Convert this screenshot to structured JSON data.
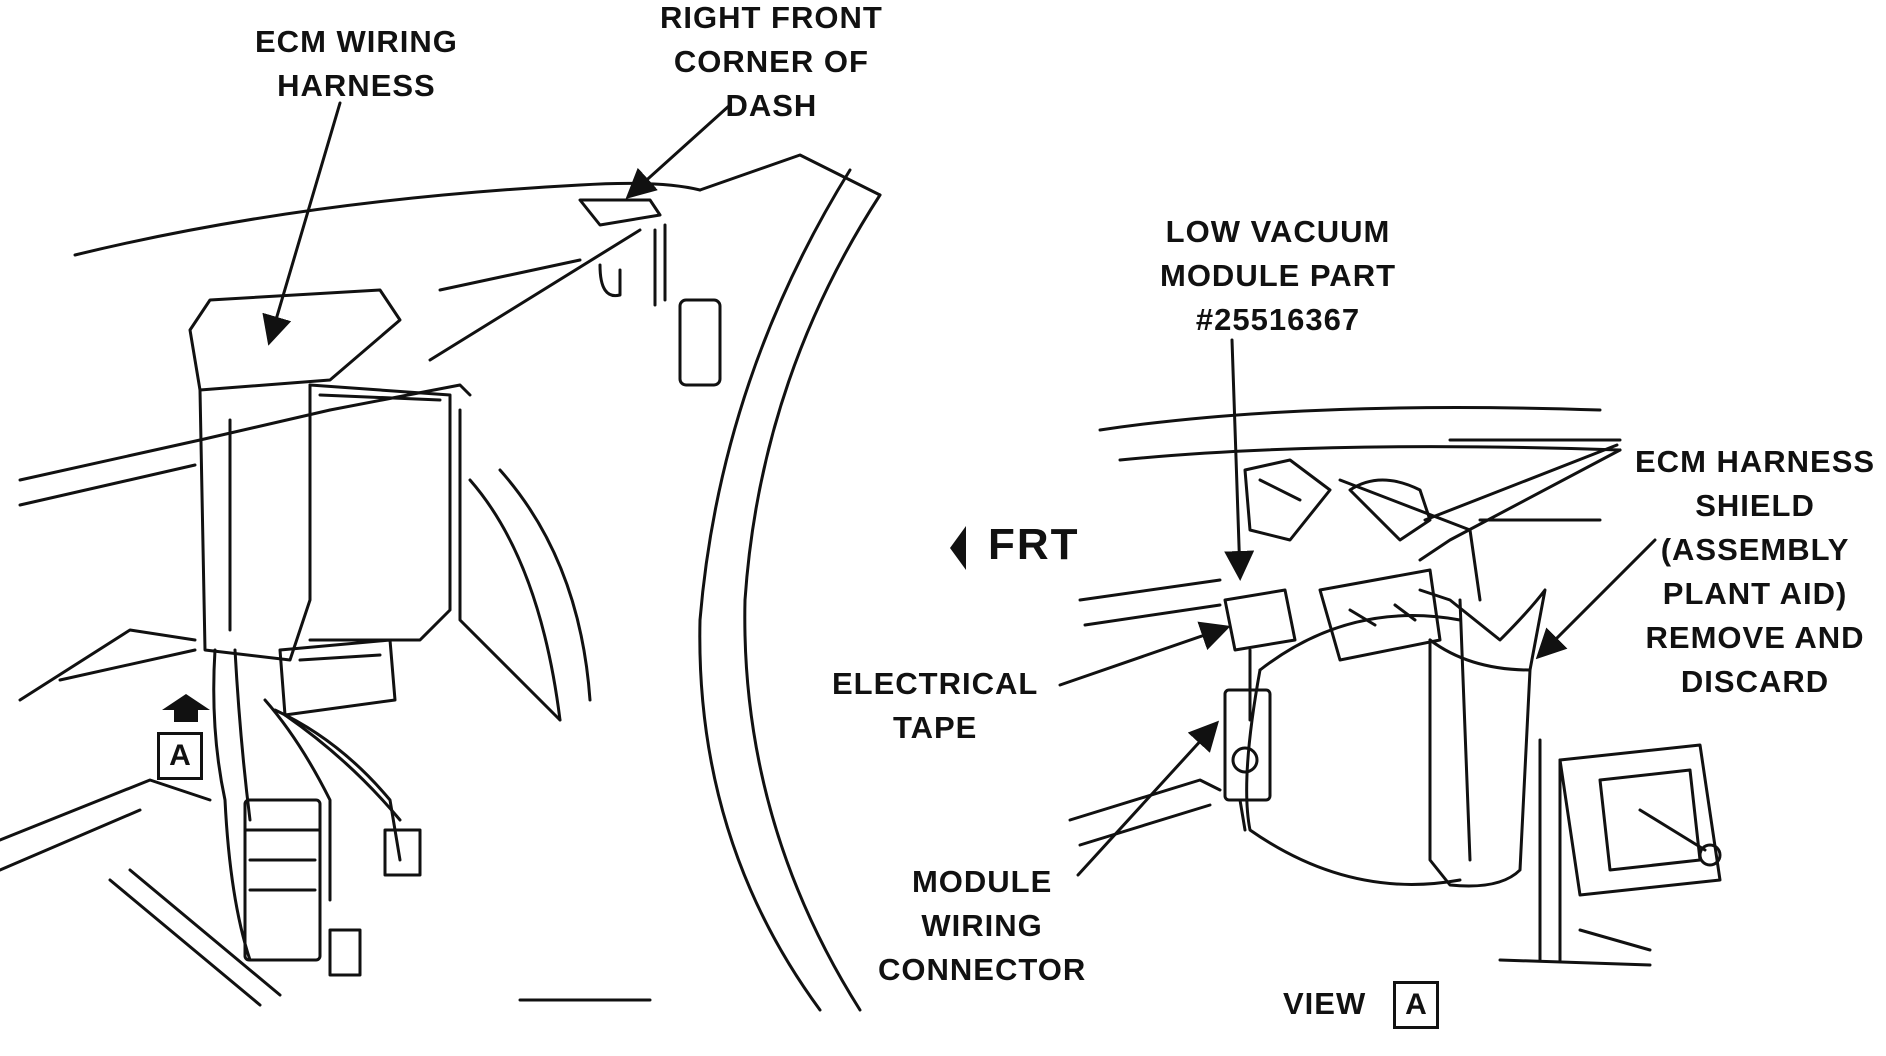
{
  "labels": {
    "ecm_wiring_harness": [
      "ECM WIRING",
      "HARNESS"
    ],
    "right_front_corner": [
      "RIGHT FRONT",
      "CORNER OF",
      "DASH"
    ],
    "low_vacuum_module": [
      "LOW VACUUM",
      "MODULE PART",
      "#25516367"
    ],
    "ecm_harness_shield": [
      "ECM HARNESS",
      "SHIELD",
      "(ASSEMBLY",
      "PLANT AID)",
      "REMOVE AND",
      "DISCARD"
    ],
    "electrical_tape": [
      "ELECTRICAL",
      "TAPE"
    ],
    "module_wiring_connector": [
      "MODULE",
      "WIRING",
      "CONNECTOR"
    ],
    "view_word": "VIEW",
    "view_letter": "A",
    "left_view_letter": "A",
    "frt": "FRT"
  },
  "colors": {
    "ink": "#111111",
    "paper": "#ffffff"
  }
}
